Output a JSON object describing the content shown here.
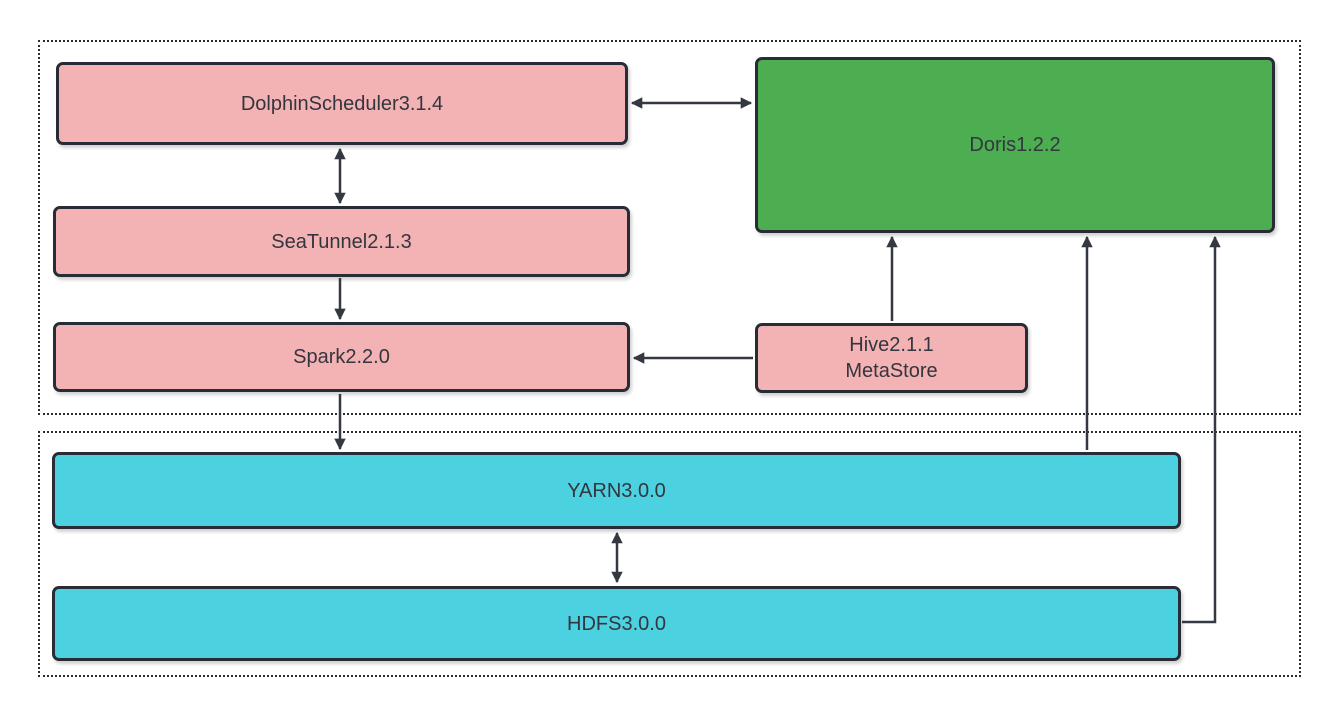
{
  "diagram": {
    "description": "Big data architecture diagram with two dotted layer groups",
    "nodes": {
      "dolphinscheduler": {
        "label": "DolphinScheduler3.1.4",
        "color": "pink"
      },
      "seatunnel": {
        "label": "SeaTunnel2.1.3",
        "color": "pink"
      },
      "spark": {
        "label": "Spark2.2.0",
        "color": "pink"
      },
      "doris": {
        "label": "Doris1.2.2",
        "color": "green"
      },
      "hive": {
        "label_line1": "Hive2.1.1",
        "label_line2": "MetaStore",
        "color": "pink"
      },
      "yarn": {
        "label": "YARN3.0.0",
        "color": "cyan"
      },
      "hdfs": {
        "label": "HDFS3.0.0",
        "color": "cyan"
      }
    },
    "edges": [
      {
        "from": "DolphinScheduler3.1.4",
        "to": "Doris1.2.2",
        "direction": "bidirectional"
      },
      {
        "from": "DolphinScheduler3.1.4",
        "to": "SeaTunnel2.1.3",
        "direction": "bidirectional"
      },
      {
        "from": "SeaTunnel2.1.3",
        "to": "Spark2.2.0",
        "direction": "one-way"
      },
      {
        "from": "Spark2.2.0",
        "to": "YARN3.0.0",
        "direction": "one-way"
      },
      {
        "from": "Hive2.1.1 MetaStore",
        "to": "Spark2.2.0",
        "direction": "one-way"
      },
      {
        "from": "Hive2.1.1 MetaStore",
        "to": "Doris1.2.2",
        "direction": "one-way"
      },
      {
        "from": "YARN3.0.0",
        "to": "Doris1.2.2",
        "direction": "one-way"
      },
      {
        "from": "HDFS3.0.0",
        "to": "Doris1.2.2",
        "direction": "one-way"
      },
      {
        "from": "YARN3.0.0",
        "to": "HDFS3.0.0",
        "direction": "bidirectional"
      }
    ],
    "colors": {
      "pink": "#f3b2b4",
      "green": "#4cae50",
      "cyan": "#4bd1e0",
      "outline": "#272c35",
      "arrow": "#343941"
    }
  }
}
